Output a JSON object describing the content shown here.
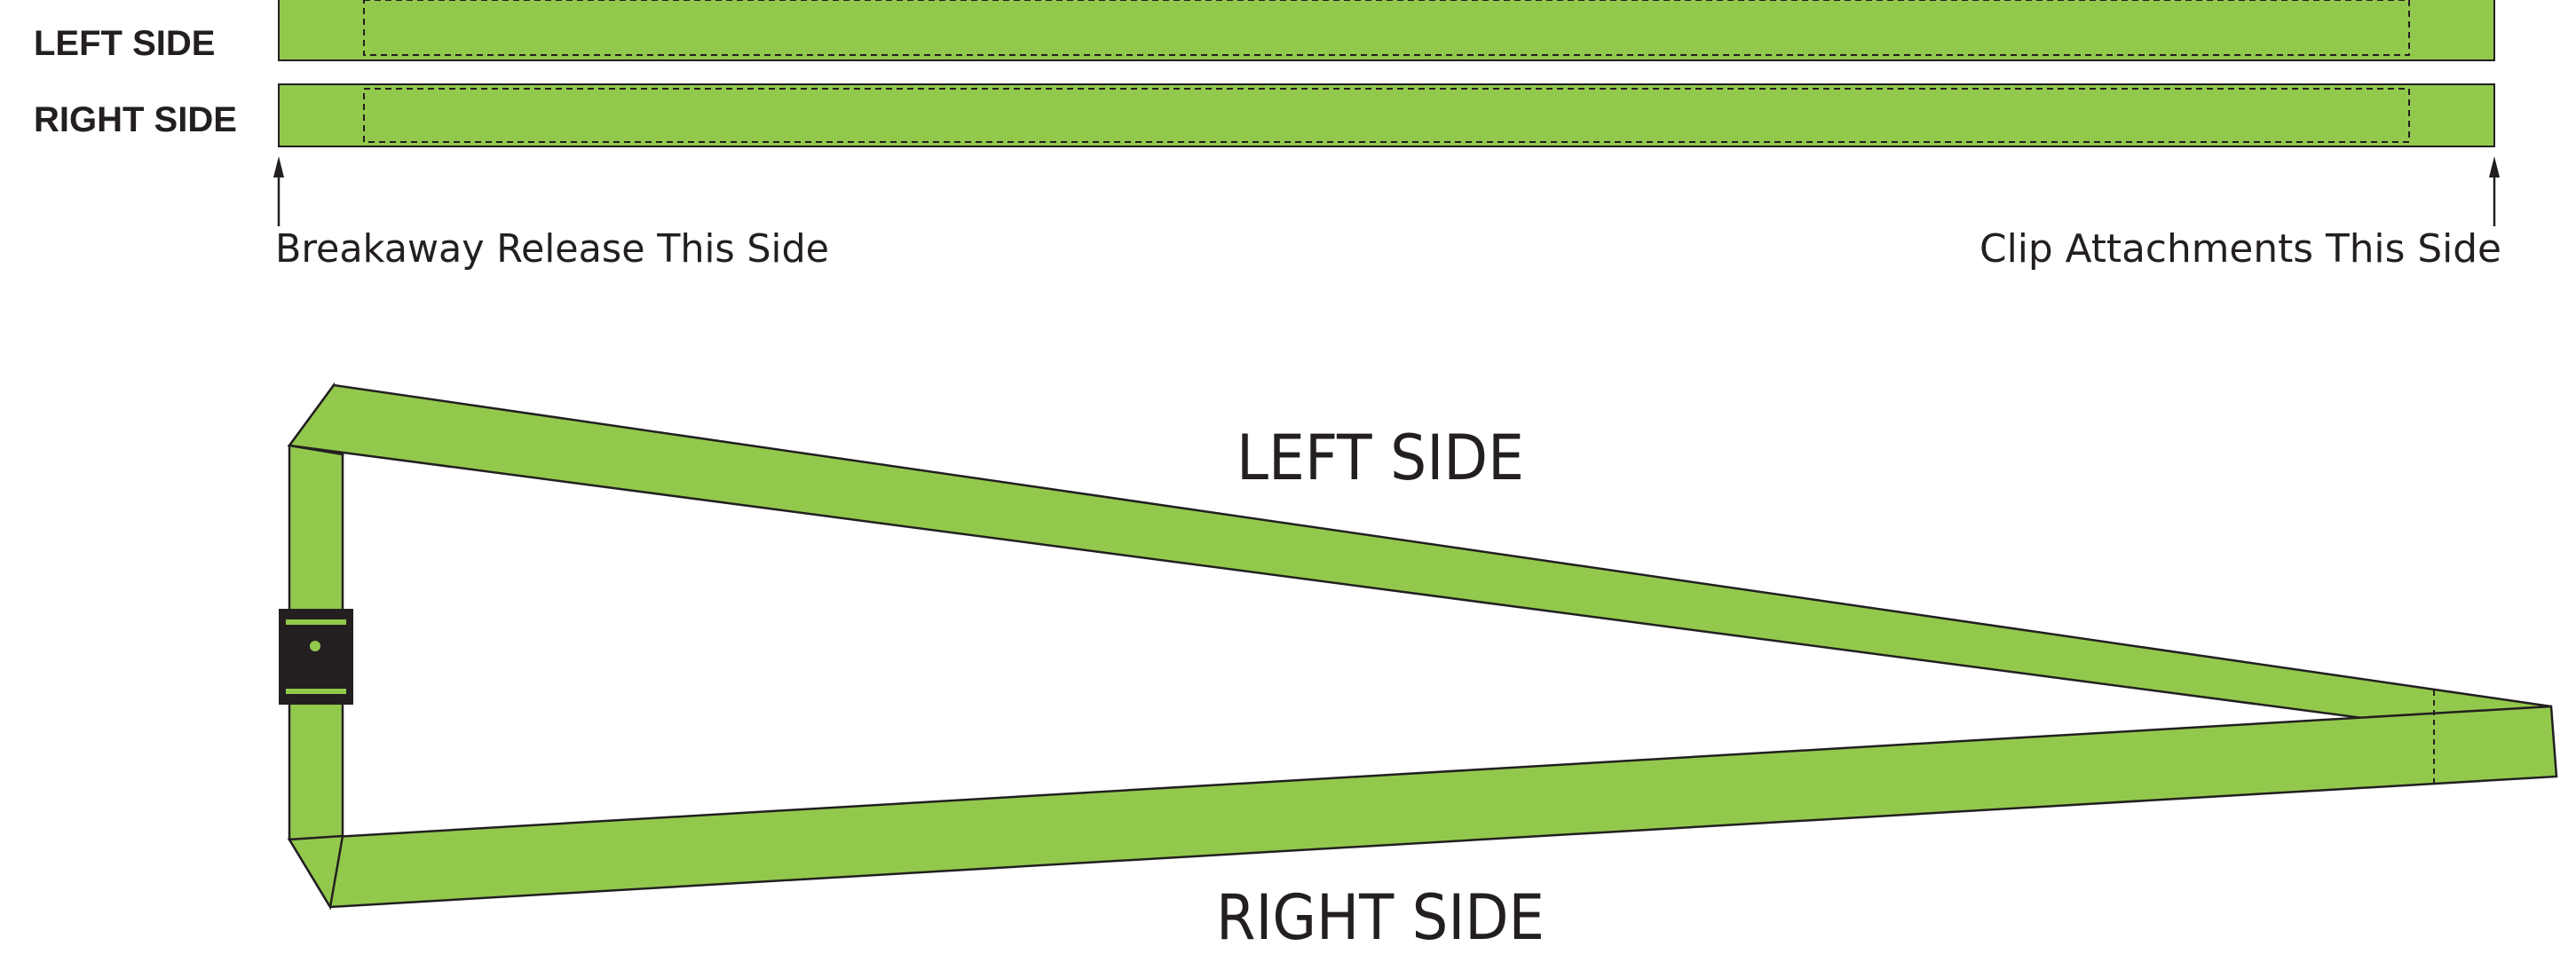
{
  "flat_view": {
    "left_label": "LEFT SIDE",
    "right_label": "RIGHT SIDE",
    "left_callout": "Breakaway Release This Side",
    "right_callout": "Clip Attachments This Side"
  },
  "assembled_view": {
    "top_label": "LEFT SIDE",
    "bottom_label": "RIGHT SIDE"
  },
  "colors": {
    "strap": "#92c94d",
    "outline": "#231f20",
    "buckle": "#231f20",
    "background": "#ffffff"
  },
  "icons": [
    "arrow-up-icon",
    "breakaway-buckle-icon"
  ]
}
